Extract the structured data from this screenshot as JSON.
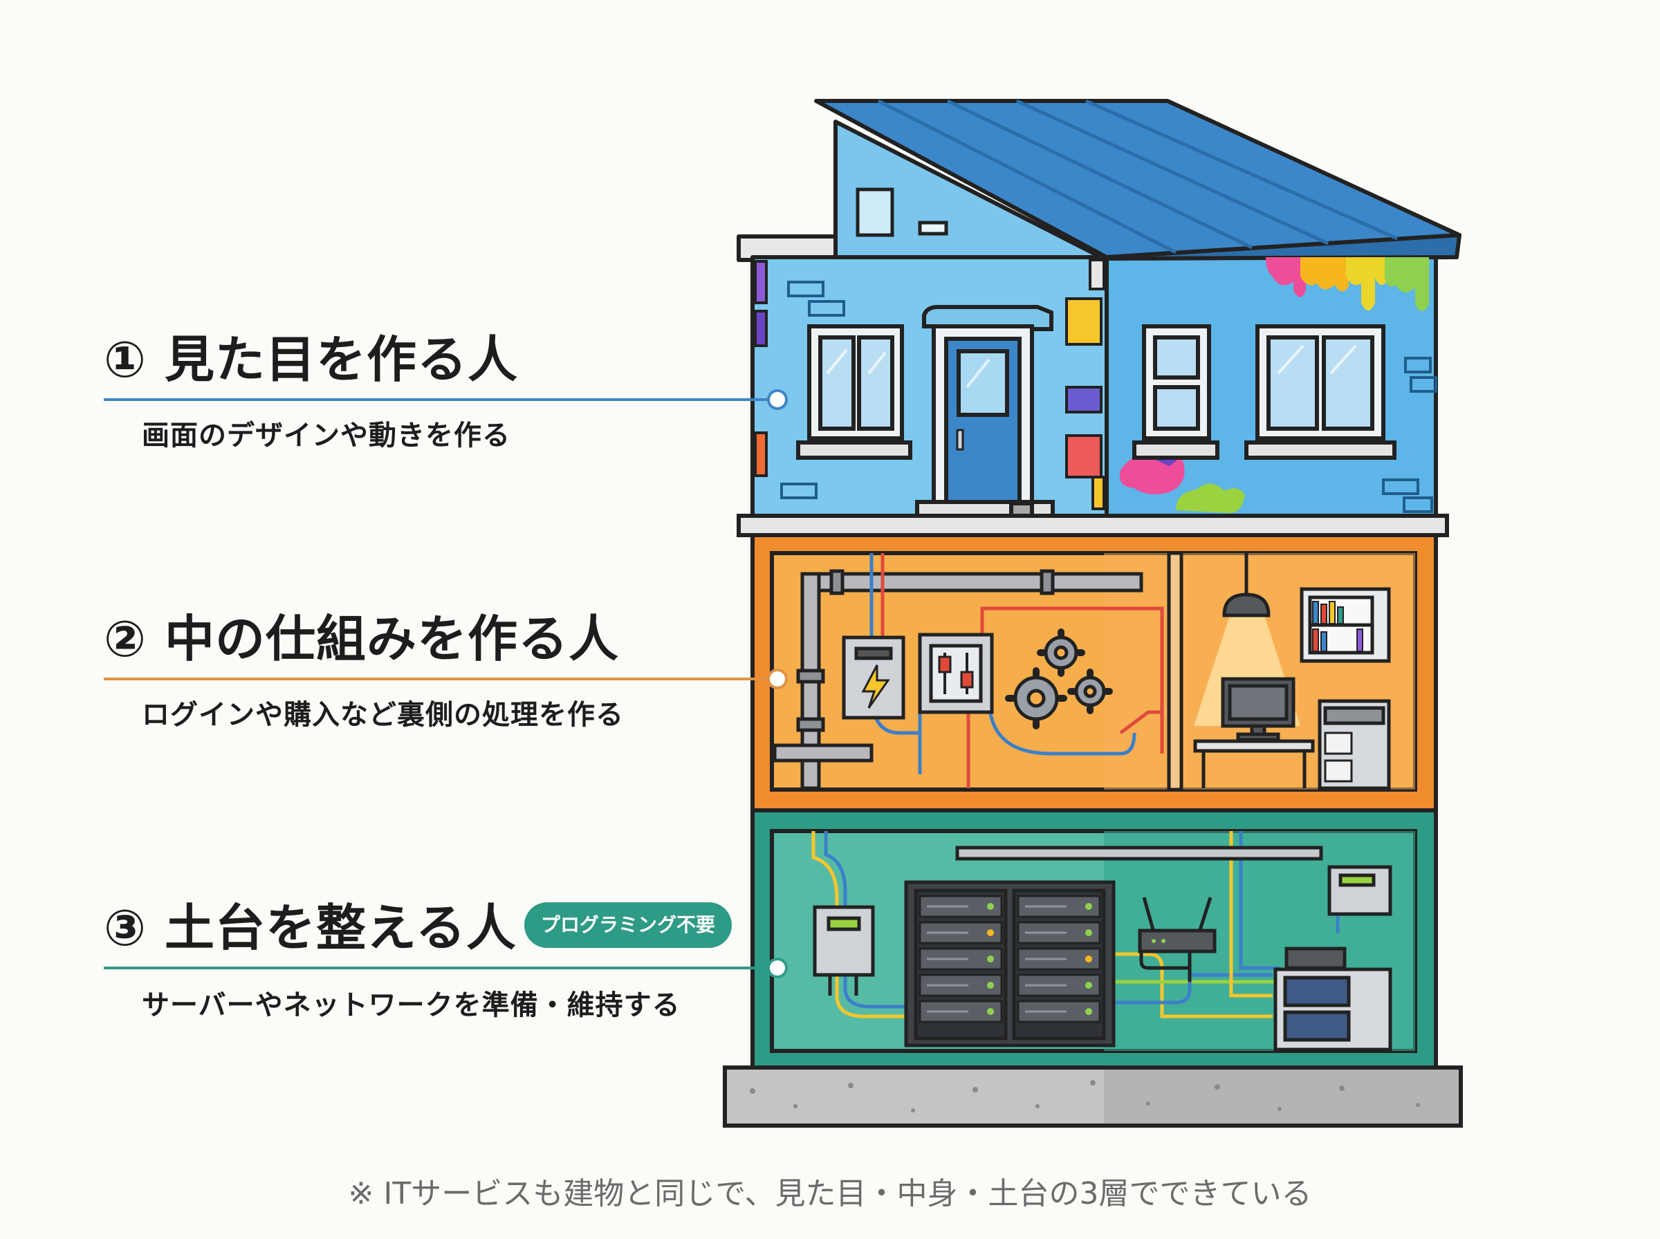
{
  "layers": [
    {
      "title": "① 見た目を作る人",
      "description": "画面のデザインや動きを作る",
      "color": "#3e86c4"
    },
    {
      "title": "② 中の仕組みを作る人",
      "description": "ログインや購入など裏側の処理を作る",
      "color": "#e09245",
      "alt_color": "#ef8c2d"
    },
    {
      "title": "③ 土台を整える人",
      "description": "サーバーやネットワークを準備・維持する",
      "color": "#2e9b86",
      "badge": "プログラミング不要"
    }
  ],
  "caption": "※ ITサービスも建物と同じで、見た目・中身・土台の3層でできている",
  "icons": [
    "house-illustration",
    "lightning-icon",
    "gear-icon",
    "router-icon",
    "server-rack-icon",
    "computer-icon",
    "lamp-icon",
    "bookshelf-icon"
  ]
}
